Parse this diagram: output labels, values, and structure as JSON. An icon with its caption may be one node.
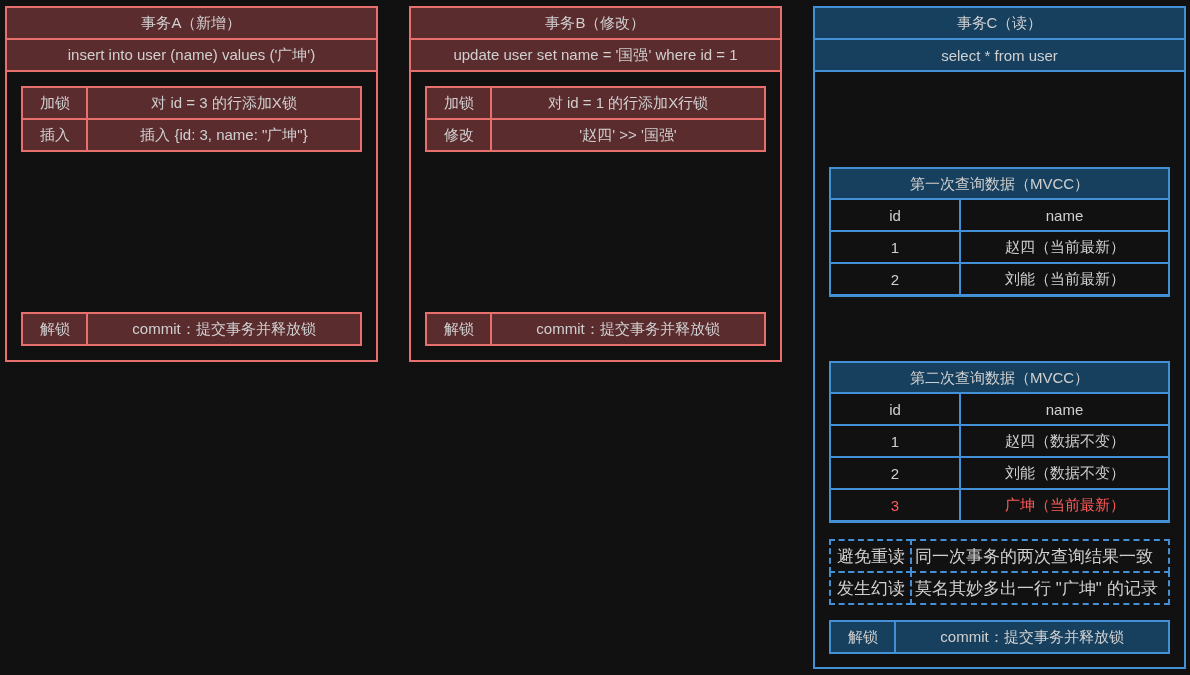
{
  "diagram": {
    "nodes": [
      {
        "text": [
          "事务A（新增）",
          "insert into user (name) values ('广坤')"
        ]
      },
      {
        "text": [
          "加锁"
        ],
        "in": 0
      },
      {
        "text": [
          "对 id = 3 的行添加X锁"
        ],
        "in": 0
      },
      {
        "text": [
          "插入"
        ],
        "in": 0
      },
      {
        "text": [
          "插入 {id: 3, name: \"广坤\"}"
        ],
        "in": 0
      },
      {
        "text": [
          "解锁"
        ],
        "in": 0
      },
      {
        "text": [
          "commit：提交事务并释放锁"
        ],
        "in": 0
      },
      {
        "text": [
          "事务B（修改）",
          "update user set name = '国强' where id = 1"
        ]
      },
      {
        "text": [
          "加锁"
        ],
        "in": 7
      },
      {
        "text": [
          "对 id = 1 的行添加X行锁"
        ],
        "in": 7
      },
      {
        "text": [
          "修改"
        ],
        "in": 7
      },
      {
        "text": [
          "'赵四' >> '国强'"
        ],
        "in": 7
      },
      {
        "text": [
          "解锁"
        ],
        "in": 7
      },
      {
        "text": [
          "commit：提交事务并释放锁"
        ],
        "in": 7
      },
      {
        "text": [
          "事务C（读）",
          "select * from user"
        ]
      },
      {
        "text": [
          "第一次查询数据（MVCC）"
        ],
        "in": 14
      },
      {
        "text": [
          "id"
        ],
        "in": 15
      },
      {
        "text": [
          "name"
        ],
        "in": 15
      },
      {
        "text": [
          "1"
        ],
        "in": 15
      },
      {
        "text": [
          "赵四（当前最新）"
        ],
        "in": 15
      },
      {
        "text": [
          "2"
        ],
        "in": 15
      },
      {
        "text": [
          "刘能（当前最新）"
        ],
        "in": 15
      },
      {
        "text": [
          "第二次查询数据（MVCC）"
        ],
        "in": 14
      },
      {
        "text": [
          "id"
        ],
        "in": 22
      },
      {
        "text": [
          "name"
        ],
        "in": 22
      },
      {
        "text": [
          "1"
        ],
        "in": 22
      },
      {
        "text": [
          "赵四（数据不变）"
        ],
        "in": 22
      },
      {
        "text": [
          "2"
        ],
        "in": 22
      },
      {
        "text": [
          "刘能（数据不变）"
        ],
        "in": 22
      },
      {
        "text": [
          "3"
        ],
        "in": 22
      },
      {
        "text": [
          "广坤（当前最新）"
        ],
        "in": 22
      },
      {
        "text": [
          "避免重读"
        ],
        "in": 14
      },
      {
        "text": [
          "同一次事务的两次查询结果一致"
        ],
        "in": 14
      },
      {
        "text": [
          "发生幻读"
        ],
        "in": 14
      },
      {
        "text": [
          "莫名其妙多出一行 \"广坤\" 的记录"
        ],
        "in": 14
      },
      {
        "text": [
          "解锁"
        ],
        "in": 14
      },
      {
        "text": [
          "commit：提交事务并释放锁"
        ],
        "in": 14
      }
    ]
  }
}
